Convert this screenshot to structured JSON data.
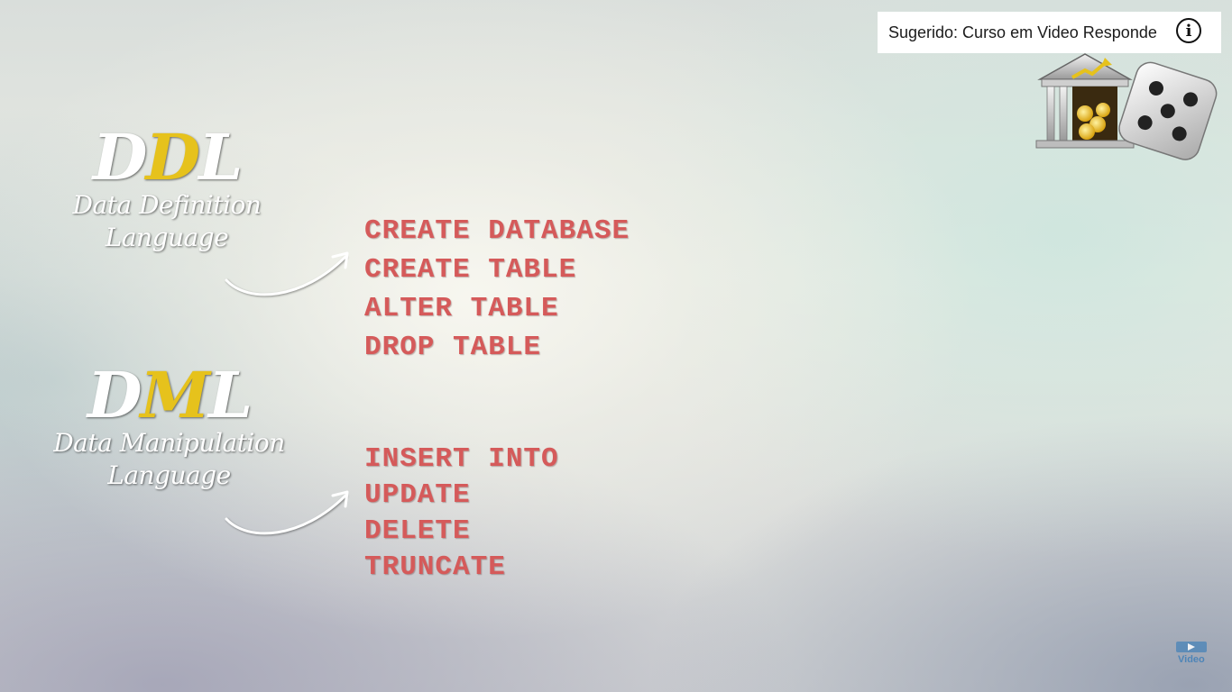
{
  "suggestion": {
    "text": "Sugerido: Curso em Video Responde",
    "info_icon": "info-icon",
    "info_glyph": "i"
  },
  "channel_logo": {
    "icon": "bank-dice-logo"
  },
  "ddl": {
    "abbr_prefix": "D",
    "abbr_highlight": "D",
    "abbr_suffix": "L",
    "full_line1": "Data Definition",
    "full_line2": "Language",
    "commands": [
      "CREATE DATABASE",
      "CREATE TABLE",
      "ALTER TABLE",
      "DROP TABLE"
    ]
  },
  "dml": {
    "abbr_prefix": "D",
    "abbr_highlight": "M",
    "abbr_suffix": "L",
    "full_line1": "Data Manipulation",
    "full_line2": "Language",
    "commands": [
      "INSERT INTO",
      "UPDATE",
      "DELETE",
      "TRUNCATE"
    ]
  },
  "watermark": {
    "text": "Video"
  },
  "colors": {
    "command_red": "#d55a5a",
    "highlight_yellow": "#e6c21c"
  }
}
